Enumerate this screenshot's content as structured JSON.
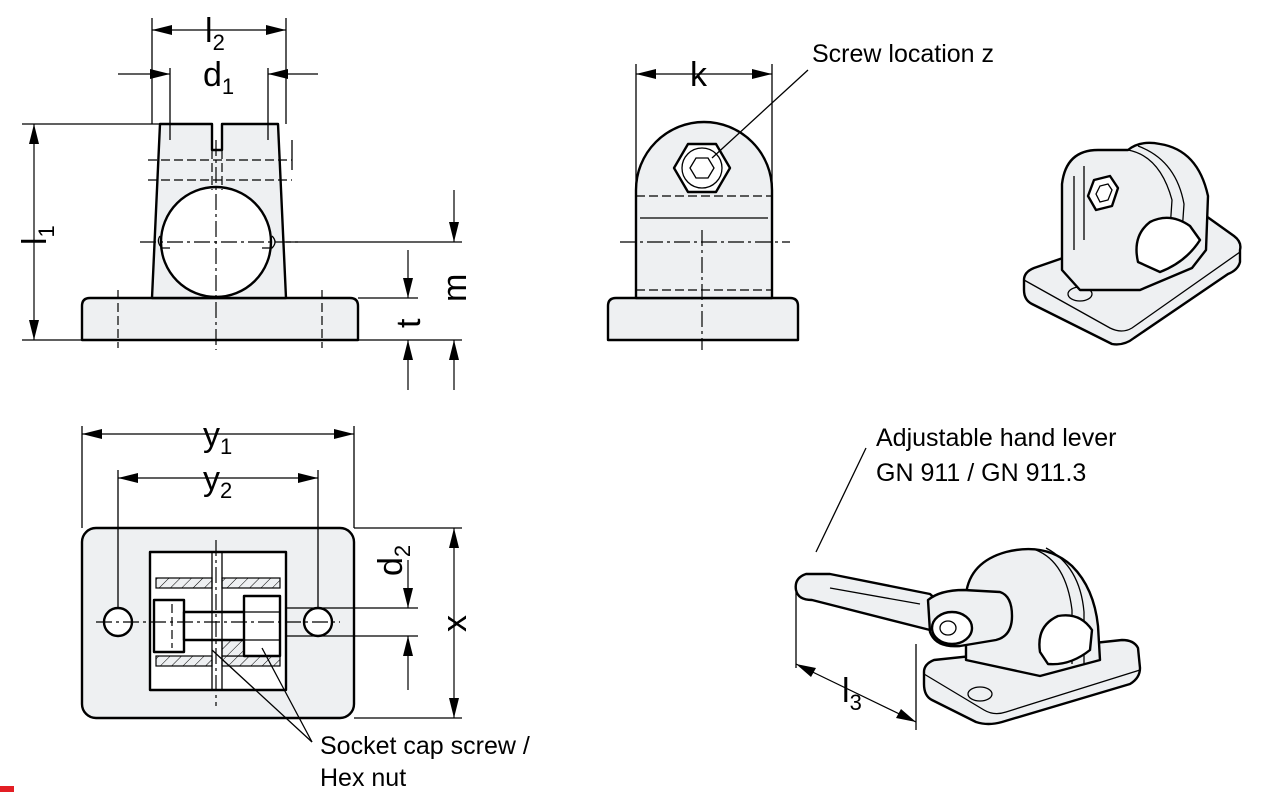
{
  "dimensions": {
    "l2": {
      "main": "l",
      "sub": "2"
    },
    "d1": {
      "main": "d",
      "sub": "1"
    },
    "l1": {
      "main": "l",
      "sub": "1"
    },
    "m": {
      "main": "m"
    },
    "t": {
      "main": "t"
    },
    "k": {
      "main": "k"
    },
    "y1": {
      "main": "y",
      "sub": "1"
    },
    "y2": {
      "main": "y",
      "sub": "2"
    },
    "d2": {
      "main": "d",
      "sub": "2"
    },
    "x": {
      "main": "x"
    },
    "l3": {
      "main": "l",
      "sub": "3"
    }
  },
  "annotations": {
    "screw_location": "Screw location z",
    "hand_lever_line1": "Adjustable hand lever",
    "hand_lever_line2": "GN 911 / GN 911.3",
    "socket_line1": "Socket cap screw /",
    "socket_line2": "Hex nut"
  },
  "colors": {
    "line": "#000000",
    "part_fill": "#eef0f2",
    "accent": "#e31e24"
  }
}
